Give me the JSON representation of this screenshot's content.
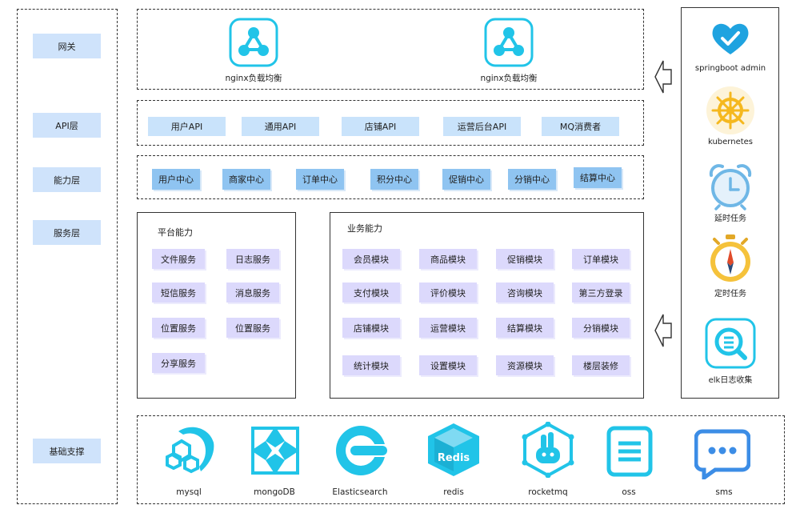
{
  "colors": {
    "cyan": "#21c4e8",
    "blue_dark": "#1aa5d8",
    "layer_bg": "#cfe3fb",
    "api_bg": "#c9e3fb",
    "cap_bg": "#8fc4f1",
    "svc_bg": "#dcd9fc"
  },
  "layers": [
    "网关",
    "API层",
    "能力层",
    "服务层",
    "基础支撑"
  ],
  "gateway": {
    "items": [
      {
        "label": "nginx负载均衡",
        "icon": "share-network-icon"
      },
      {
        "label": "nginx负载均衡",
        "icon": "share-network-icon"
      }
    ]
  },
  "api": [
    "用户API",
    "通用API",
    "店铺API",
    "运营后台API",
    "MQ消费者"
  ],
  "capability": [
    "用户中心",
    "商家中心",
    "订单中心",
    "积分中心",
    "促销中心",
    "分销中心",
    "结算中心"
  ],
  "platform": {
    "title": "平台能力",
    "items": [
      "文件服务",
      "日志服务",
      "短信服务",
      "消息服务",
      "位置服务",
      "位置服务",
      "分享服务"
    ]
  },
  "business": {
    "title": "业务能力",
    "items": [
      "会员模块",
      "商品模块",
      "促销模块",
      "订单模块",
      "支付模块",
      "评价模块",
      "咨询模块",
      "第三方登录",
      "店铺模块",
      "运营模块",
      "结算模块",
      "分销模块",
      "统计模块",
      "设置模块",
      "资源模块",
      "楼层装修"
    ]
  },
  "infra": [
    {
      "label": "mysql",
      "icon": "dolphin-icon"
    },
    {
      "label": "mongoDB",
      "icon": "mongodb-icon"
    },
    {
      "label": "Elasticsearch",
      "icon": "elasticsearch-icon"
    },
    {
      "label": "redis",
      "icon": "redis-icon"
    },
    {
      "label": "rocketmq",
      "icon": "rocketmq-icon"
    },
    {
      "label": "oss",
      "icon": "document-icon"
    },
    {
      "label": "sms",
      "icon": "chat-bubble-icon"
    }
  ],
  "ops": [
    {
      "label": "springboot admin",
      "icon": "heart-check-icon"
    },
    {
      "label": "kubernetes",
      "icon": "helm-wheel-icon"
    },
    {
      "label": "延时任务",
      "icon": "alarm-clock-icon"
    },
    {
      "label": "定时任务",
      "icon": "stopwatch-icon"
    },
    {
      "label": "elk日志收集",
      "icon": "log-search-icon"
    }
  ],
  "redis_logo_text": "Redis"
}
